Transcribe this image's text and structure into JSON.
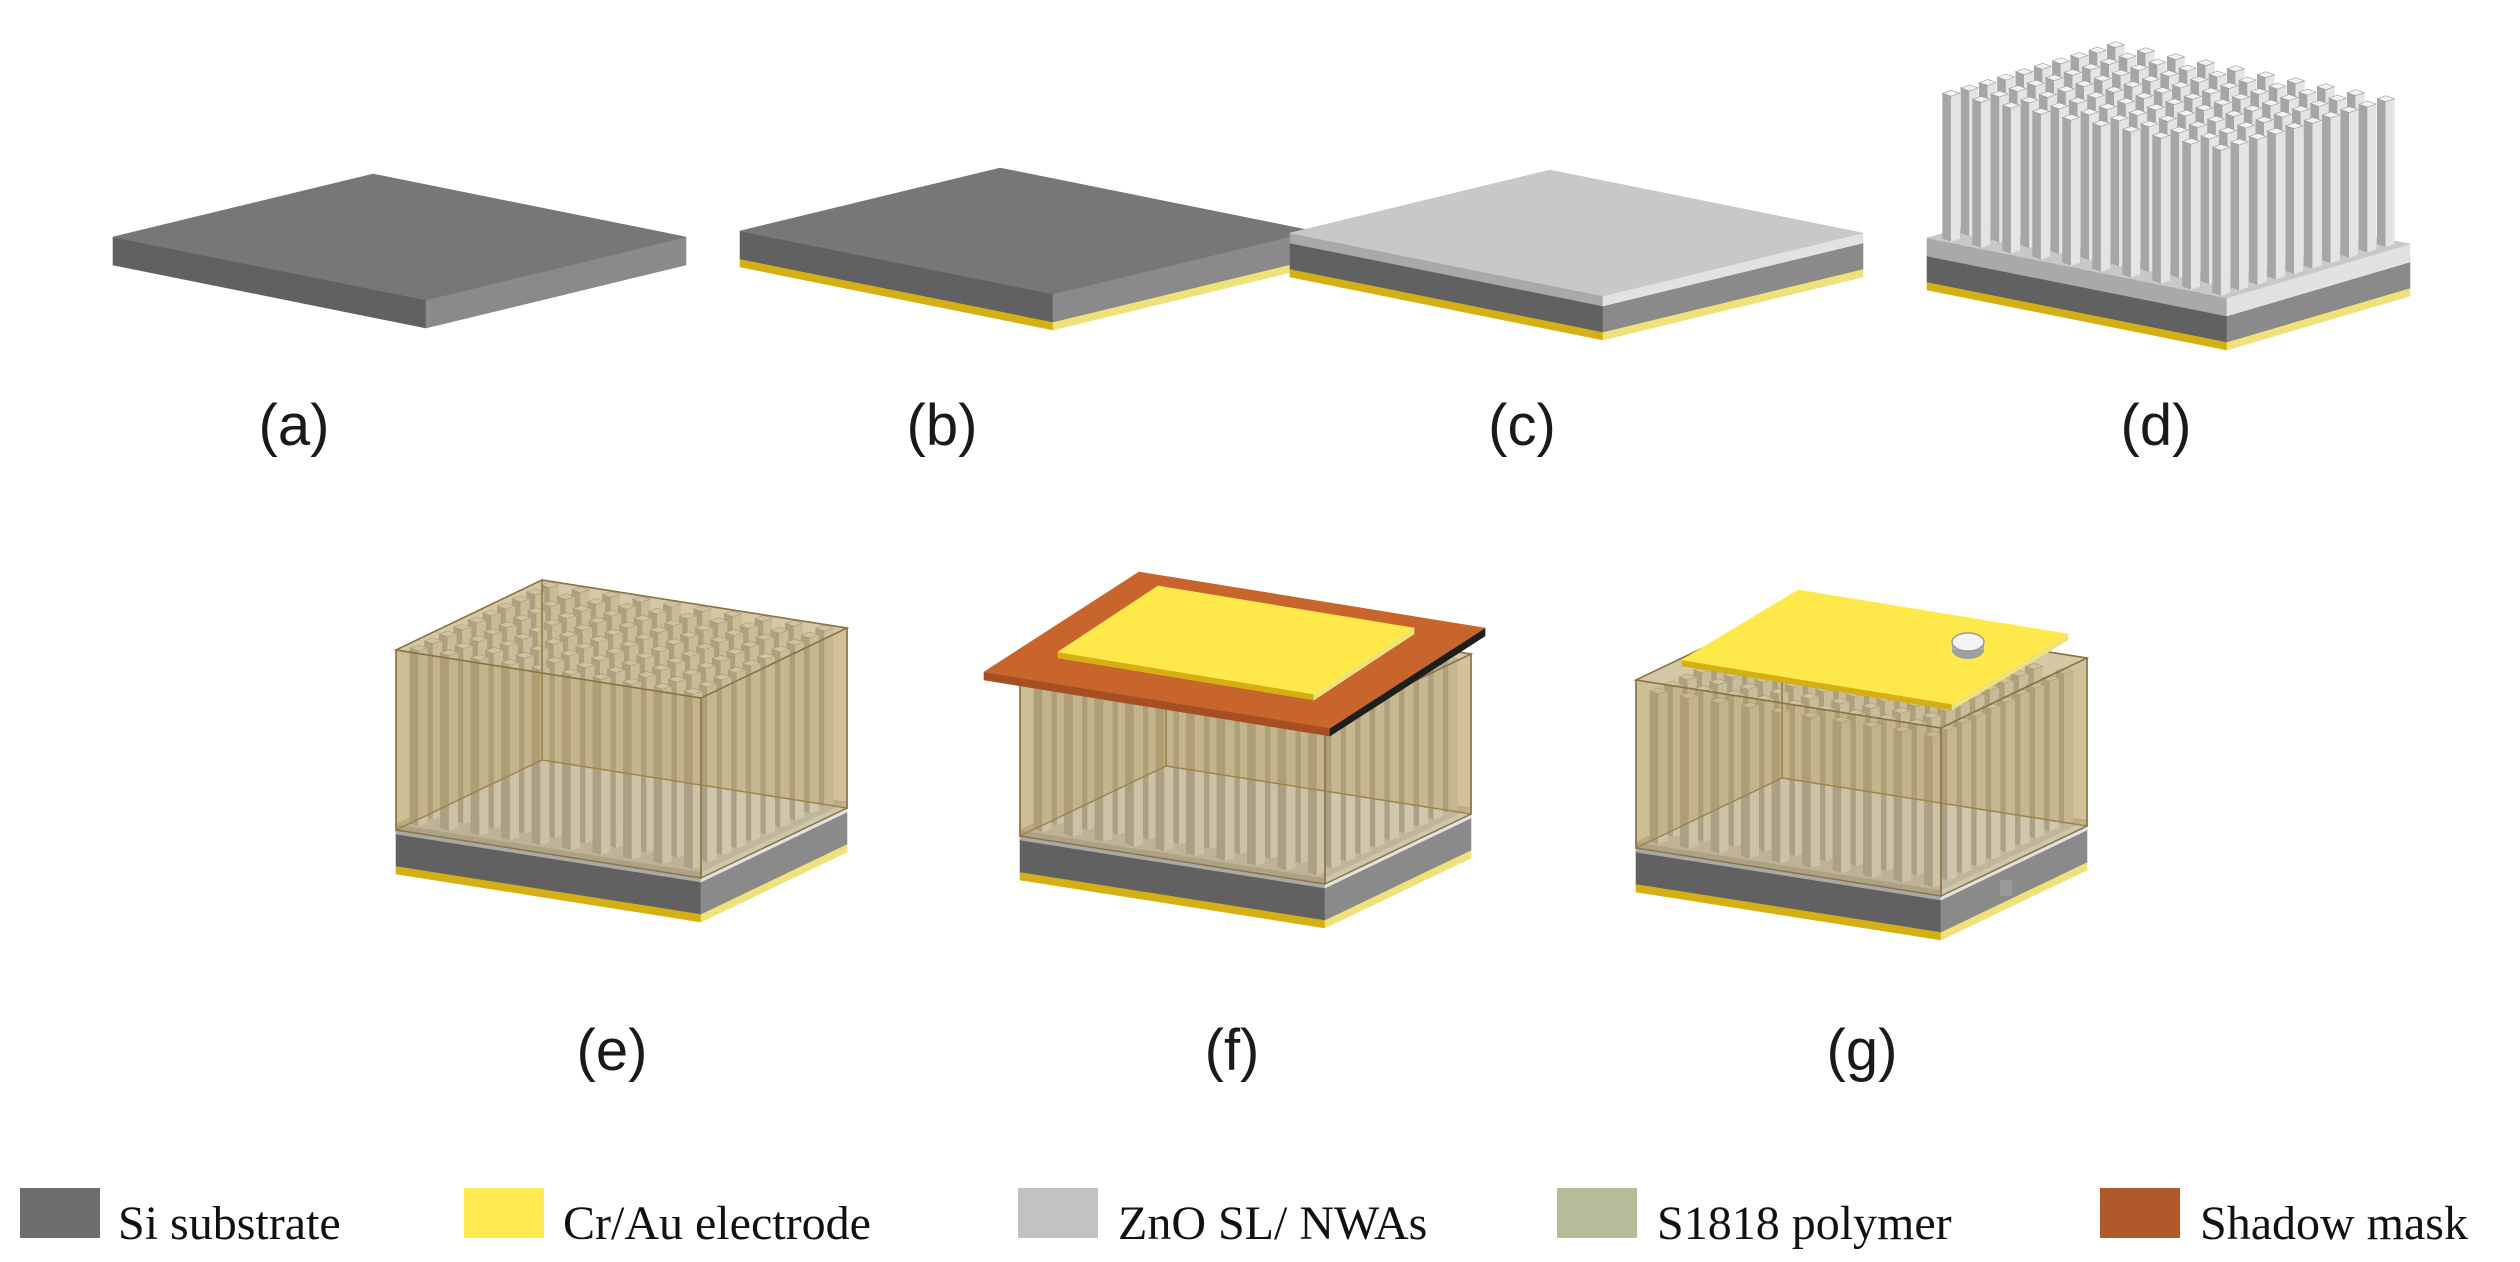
{
  "panels": [
    {
      "id": "a",
      "label": "(a)"
    },
    {
      "id": "b",
      "label": "(b)"
    },
    {
      "id": "c",
      "label": "(c)"
    },
    {
      "id": "d",
      "label": "(d)"
    },
    {
      "id": "e",
      "label": "(e)"
    },
    {
      "id": "f",
      "label": "(f)"
    },
    {
      "id": "g",
      "label": "(g)"
    }
  ],
  "legend": [
    {
      "label": "Si substrate",
      "color": "#6e6e6e"
    },
    {
      "label": "Cr/Au electrode",
      "color": "#ffea50"
    },
    {
      "label": "ZnO SL/ NWAs",
      "color": "#c2c2c2"
    },
    {
      "label": "S1818 polymer",
      "color": "#b8bb9a"
    },
    {
      "label": "Shadow mask",
      "color": "#b05a2c"
    }
  ],
  "colors": {
    "si_top": "#777777",
    "si_left": "#616161",
    "si_right": "#8a8a8a",
    "au_top": "#ffe94a",
    "au_left": "#d4b015",
    "au_right": "#f0e27a",
    "zno_top": "#c9c7c8",
    "zno_left": "#a9a9a9",
    "zno_right": "#e2e2e2",
    "polymer_fill": "#b39a5c",
    "polymer_stroke": "#8a7444",
    "mask_top": "#c8652c",
    "mask_left": "#a54f22",
    "mask_right": "#1e1e1e"
  }
}
